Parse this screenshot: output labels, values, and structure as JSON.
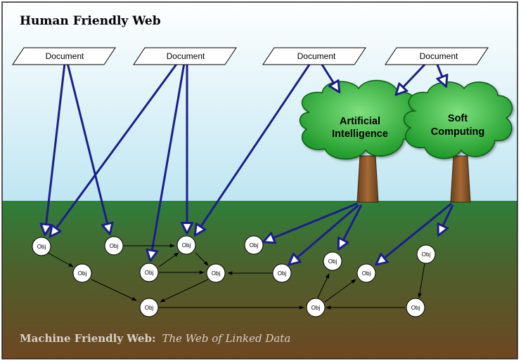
{
  "titles": {
    "top": "Human Friendly Web",
    "bottom_main": "Machine Friendly Web:",
    "bottom_sub": "The Web of Linked Data"
  },
  "colors": {
    "sky_top": "#ffffff",
    "sky_bottom": "#bfe6f2",
    "ground_top": "#2f7f3a",
    "ground_bottom": "#6a4424",
    "doc_link": "#1a1f8c",
    "canopy": "#2fae2f",
    "trunk": "#8a5a2e"
  },
  "documents": [
    "Document",
    "Document",
    "Document",
    "Document"
  ],
  "trees": [
    {
      "line1": "Artificial",
      "line2": "Intelligence"
    },
    {
      "line1": "Soft",
      "line2": "Computing"
    }
  ],
  "object_label": "Obj"
}
